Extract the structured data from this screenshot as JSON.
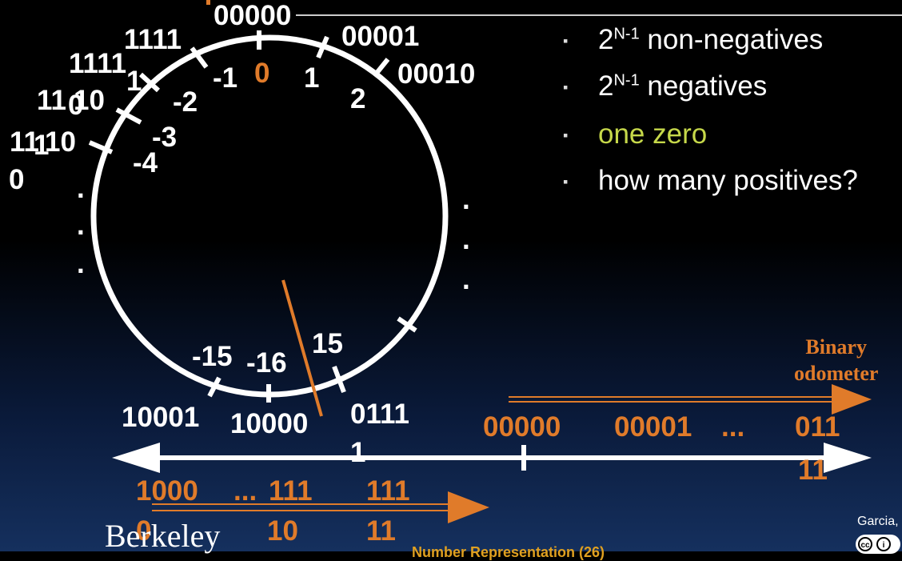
{
  "colors": {
    "accent": "#e07b2a",
    "highlight": "#c6d84a",
    "text": "#ffffff",
    "footer": "#e0a020"
  },
  "wheel": {
    "labels": {
      "top": "00000",
      "right1": "00001",
      "right2": "00010",
      "left1": "1111",
      "left1b": "1111",
      "left2": "1111",
      "left2b": "1",
      "left3": "11",
      "left3b": "0",
      "left3c": "10",
      "left4": "11",
      "left4b": "1",
      "left4c": "10",
      "left5": "0"
    },
    "values": {
      "zero": "0",
      "one": "1",
      "two": "2",
      "m1": "-1",
      "m2": "-2",
      "m3": "-3",
      "m4": "-4",
      "m15": "-15",
      "m16": "-16",
      "p15": "15"
    },
    "dots": ".",
    "bottom_labels": {
      "b10001": "10001",
      "b10000": "10000",
      "b0111": "0111",
      "b0111b": "1"
    }
  },
  "bullets": {
    "row1_base": "2",
    "row1_sup": "N-1",
    "row1_text": " non-negatives",
    "row2_base": "2",
    "row2_sup": "N-1",
    "row2_text": " negatives",
    "row3": "one zero",
    "row4": "how many positives?"
  },
  "odometer": {
    "line1": "Binary",
    "line2": "odometer"
  },
  "number_line": {
    "right1": "00000",
    "right2": "00001",
    "right_dots": "...",
    "right3a": "011",
    "right3b": "11",
    "left1a": "1000",
    "left1b": "0",
    "left_dots": "...",
    "left2a": "111",
    "left2b": "10",
    "left3a": "111",
    "left3b": "11"
  },
  "footer": {
    "logo": "Berkeley",
    "title": "Number Representation (26)",
    "author": "Garcia,"
  }
}
